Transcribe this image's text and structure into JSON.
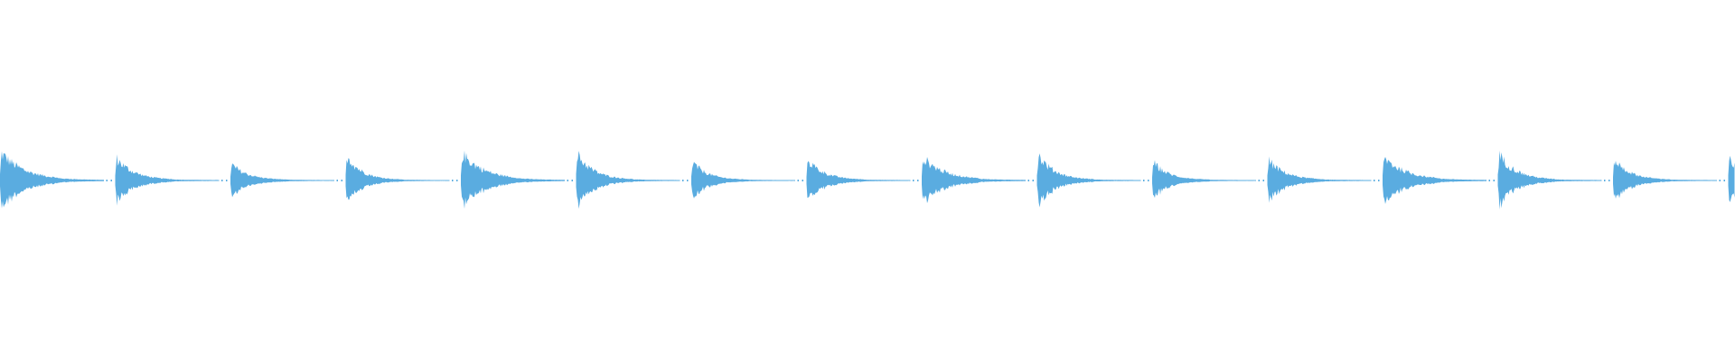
{
  "waveform": {
    "color": "#5aace0",
    "background": "#ffffff",
    "hits": [
      {
        "amp": 0.98,
        "decay": 0.98
      },
      {
        "amp": 0.78,
        "decay": 0.62
      },
      {
        "amp": 0.55,
        "decay": 0.55
      },
      {
        "amp": 0.88,
        "decay": 0.45
      },
      {
        "amp": 0.95,
        "decay": 0.95
      },
      {
        "amp": 0.92,
        "decay": 0.58
      },
      {
        "amp": 0.62,
        "decay": 0.5
      },
      {
        "amp": 0.72,
        "decay": 0.55
      },
      {
        "amp": 0.8,
        "decay": 0.9
      },
      {
        "amp": 0.9,
        "decay": 0.55
      },
      {
        "amp": 0.62,
        "decay": 0.5
      },
      {
        "amp": 0.7,
        "decay": 0.6
      },
      {
        "amp": 0.82,
        "decay": 0.92
      },
      {
        "amp": 0.92,
        "decay": 0.6
      },
      {
        "amp": 0.72,
        "decay": 0.55
      },
      {
        "amp": 0.85,
        "decay": 0.7
      }
    ]
  }
}
